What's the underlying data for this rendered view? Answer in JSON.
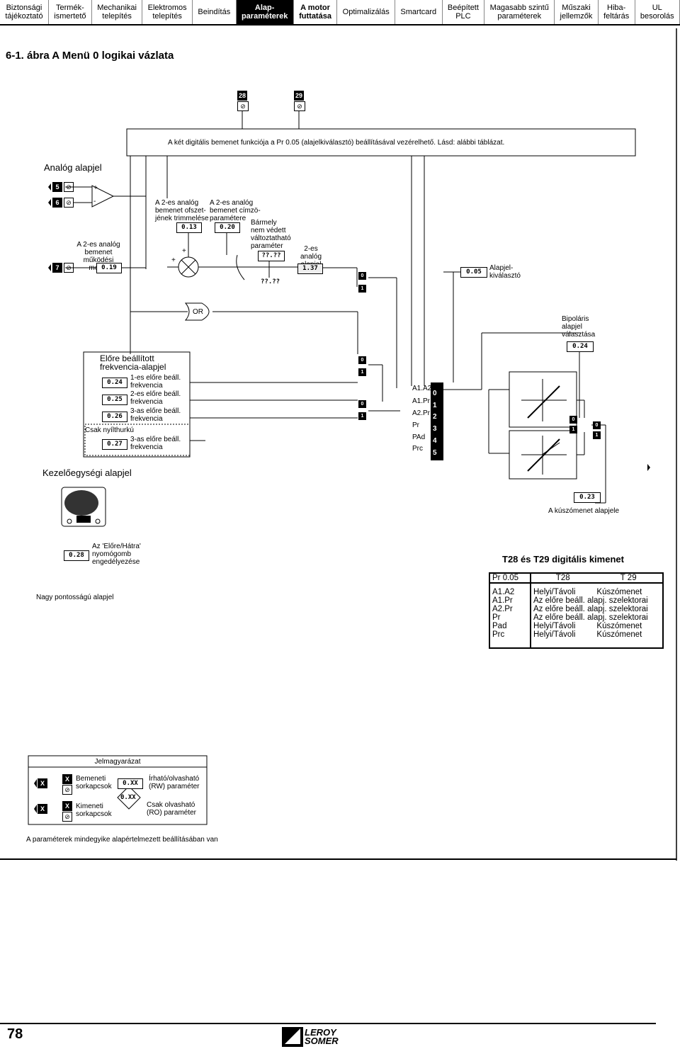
{
  "nav": [
    {
      "label": "Biztonsági\ntájékoztató"
    },
    {
      "label": "Termék-\nismertető"
    },
    {
      "label": "Mechanikai\ntelepítés"
    },
    {
      "label": "Elektromos\ntelepítés"
    },
    {
      "label": "Beindítás"
    },
    {
      "label": "Alap-\nparaméterek"
    },
    {
      "label": "A motor\nfuttatása"
    },
    {
      "label": "Optimalizálás"
    },
    {
      "label": "Smartcard"
    },
    {
      "label": "Beépített\nPLC"
    },
    {
      "label": "Magasabb szintű\nparaméterek"
    },
    {
      "label": "Műszaki\njellemzők"
    },
    {
      "label": "Hiba-\nfeltárás"
    },
    {
      "label": "UL\nbesorolás"
    }
  ],
  "figure_title": "6-1. ábra   A Menü 0 logikai vázlata",
  "digital_io": {
    "terminals": [
      "28",
      "29"
    ],
    "note": "A két digitális bemenet funkciója a Pr 0.05 (alajelkiválasztó) beállításával vezérelhető. Lásd: alábbi táblázat."
  },
  "analog": {
    "heading": "Analóg alapjel",
    "terminals": [
      "5",
      "6",
      "7"
    ],
    "plus": "+",
    "minus": "-",
    "mode_label": "A 2-es analóg\nbemenet működési\nmódja",
    "mode_param": "0.19",
    "offset_label": "A 2-es analóg\nbemenet ofszet-\njének trimmelése",
    "offset_param": "0.13",
    "dest_label": "A 2-es analóg\nbemenet címzö-\nparamétere",
    "dest_param": "0.20",
    "any_label": "Bármely\nnem védett\nváltoztatható\nparaméter",
    "any_param1": "??.??",
    "any_param2": "??.??",
    "ref2_label": "2-es analóg\nalapjel",
    "ref2_param": "1.37",
    "or_label": "OR",
    "selector_param": "0.05",
    "selector_label": "Alapjel-\nkiválasztó"
  },
  "bipolar": {
    "label": "Bipoláris\nalapjel\nválasztása",
    "param": "0.24"
  },
  "preset": {
    "heading": "Előre beállított\nfrekvencia-alapjel",
    "items": [
      {
        "param": "0.24",
        "label": "1-es előre beáll.\nfrekvencia"
      },
      {
        "param": "0.25",
        "label": "2-es előre beáll.\nfrekvencia"
      },
      {
        "param": "0.26",
        "label": "3-as előre beáll.\nfrekvencia"
      },
      {
        "param": "0.27",
        "label": "3-as előre beáll.\nfrekvencia"
      }
    ],
    "openloop_label": "Csak nyílthurkú"
  },
  "selector_options": [
    "A1.A2",
    "A1.Pr",
    "A2.Pr",
    "Pr",
    "PAd",
    "Prc"
  ],
  "selector_numbers": [
    "0",
    "1",
    "2",
    "3",
    "4",
    "5"
  ],
  "switch_labels": [
    "0",
    "1"
  ],
  "keypad": {
    "heading": "Kezelőegységi alapjel",
    "param": "0.28",
    "label": "Az 'Előre/Hátra'\nnyomógomb\nengedélyezése"
  },
  "creep": {
    "param": "0.23",
    "label": "A kúszómenet alapjele"
  },
  "precision_label": "Nagy pontosságú alapjel",
  "table": {
    "title": "T28 és T29 digitális kimenet",
    "headers": [
      "Pr 0.05",
      "T28",
      "T 29"
    ],
    "rows": [
      [
        "A1.A2",
        "Helyi/Távoli",
        "Kúszómenet"
      ],
      [
        "A1.Pr",
        "Az előre beáll. alapj. szelektorai",
        ""
      ],
      [
        "A2.Pr",
        "Az előre beáll. alapj. szelektorai",
        ""
      ],
      [
        "Pr",
        "Az előre beáll. alapj. szelektorai",
        ""
      ],
      [
        "Pad",
        "Helyi/Távoli",
        "Kúszómenet"
      ],
      [
        "Prc",
        "Helyi/Távoli",
        "Kúszómenet"
      ]
    ]
  },
  "legend": {
    "title": "Jelmagyarázat",
    "x": "X",
    "input_label": "Bemeneti\nsorkapcsok",
    "output_label": "Kimeneti\nsorkapcsok",
    "rw_param": "0.XX",
    "rw_label": "Írható/olvasható\n(RW) paraméter",
    "ro_param": "0.XX",
    "ro_label": "Csak olvasható\n(RO) paraméter"
  },
  "default_note": "A paraméterek mindegyike alapértelmezett beállításában van",
  "page_number": "78",
  "logo_text": "LEROY SOMER"
}
